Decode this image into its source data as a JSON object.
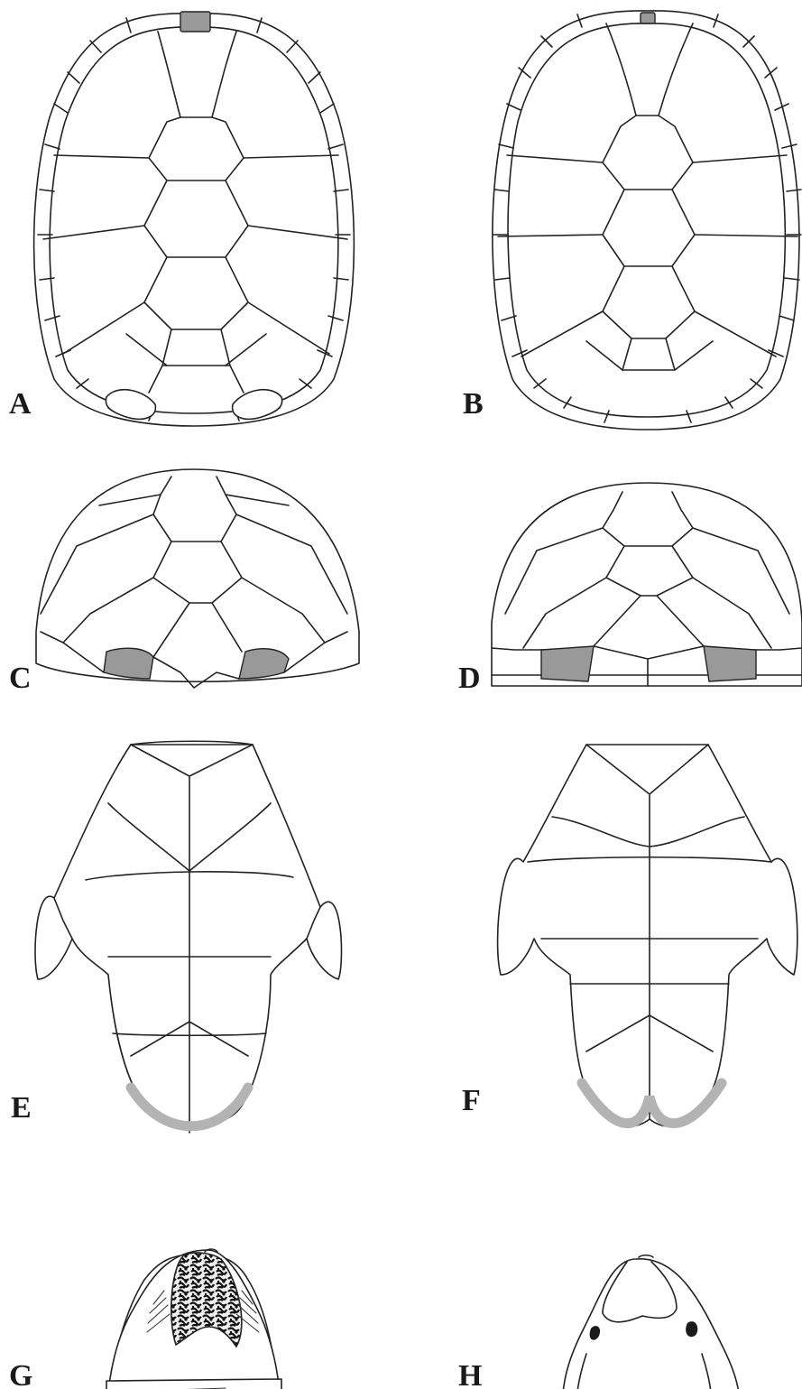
{
  "panels": [
    {
      "label": "A"
    },
    {
      "label": "B"
    },
    {
      "label": "C"
    },
    {
      "label": "D"
    },
    {
      "label": "E"
    },
    {
      "label": "F"
    },
    {
      "label": "G"
    },
    {
      "label": "H"
    }
  ],
  "colors": {
    "highlight": "#999999",
    "outline": "#222222",
    "arc": "#b3b3b3"
  }
}
